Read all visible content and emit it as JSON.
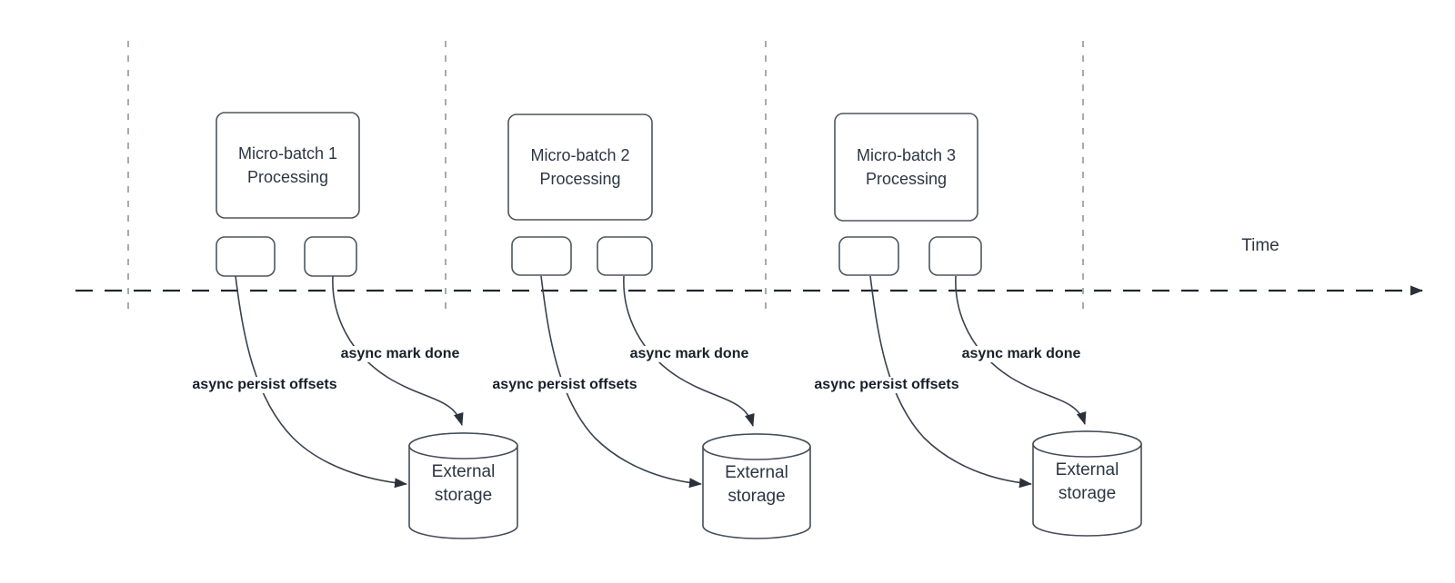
{
  "axis": {
    "time_label": "Time"
  },
  "units": [
    {
      "batch_line1": "Micro-batch 1",
      "batch_line2": "Processing",
      "persist_label": "async persist offsets",
      "mark_done_label": "async mark done",
      "storage_line1": "External",
      "storage_line2": "storage"
    },
    {
      "batch_line1": "Micro-batch 2",
      "batch_line2": "Processing",
      "persist_label": "async persist offsets",
      "mark_done_label": "async mark done",
      "storage_line1": "External",
      "storage_line2": "storage"
    },
    {
      "batch_line1": "Micro-batch 3",
      "batch_line2": "Processing",
      "persist_label": "async persist offsets",
      "mark_done_label": "async mark done",
      "storage_line1": "External",
      "storage_line2": "storage"
    }
  ],
  "colors": {
    "shape_stroke": "#4d565e",
    "arrow_stroke": "#39424e",
    "timeline_stroke": "#23282e",
    "gridline_gray": "#a6abb0",
    "text_dark": "#2c3643",
    "label_bold_dark": "#18202a"
  }
}
